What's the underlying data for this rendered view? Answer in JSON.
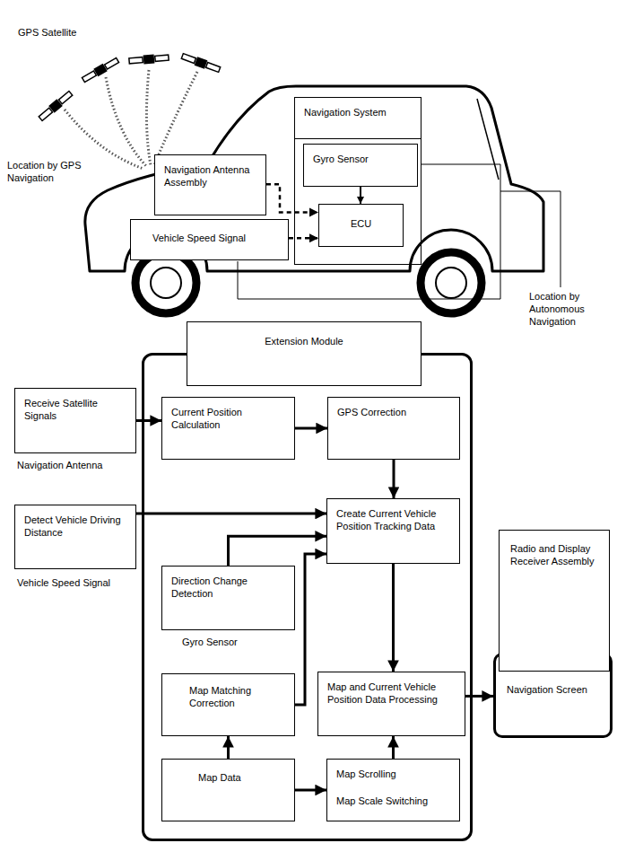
{
  "diagram": {
    "nodes": [
      {
        "text": [
          "Navigation System"
        ]
      },
      {
        "text": [
          "Gyro Sensor"
        ],
        "in": 0
      },
      {
        "text": [
          "ECU"
        ],
        "in": 0
      },
      {
        "text": [
          "Navigation Antenna Assembly"
        ]
      },
      {
        "text": [
          "Vehicle Speed Signal"
        ]
      },
      {
        "text": [
          "Extension Module"
        ]
      },
      {
        "text": [
          "Receive Satellite Signals",
          "Navigation Antenna"
        ]
      },
      {
        "text": [
          "Current Position Calculation"
        ],
        "in": 5
      },
      {
        "text": [
          "GPS Correction"
        ],
        "in": 5
      },
      {
        "text": [
          "Detect Vehicle Driving Distance",
          "Vehicle Speed Signal"
        ]
      },
      {
        "text": [
          "Create Current Vehicle Position Tracking Data"
        ],
        "in": 5
      },
      {
        "text": [
          "Direction Change Detection",
          "Gyro Sensor"
        ],
        "in": 5
      },
      {
        "text": [
          "Map Matching Correction"
        ],
        "in": 5
      },
      {
        "text": [
          "Map and Current Vehicle Position Data Processing"
        ],
        "in": 5
      },
      {
        "text": [
          "Map Data"
        ],
        "in": 5
      },
      {
        "text": [
          "Map Scrolling",
          "Map Scale Switching"
        ],
        "in": 5
      },
      {
        "text": [
          "Radio and Display Receiver Assembly"
        ]
      },
      {
        "text": [
          "Navigation Screen"
        ]
      }
    ],
    "edges": [
      {
        "from": 3,
        "to": 2,
        "arrow": "to"
      },
      {
        "from": 4,
        "to": 2,
        "arrow": "to"
      },
      {
        "from": 1,
        "to": 2,
        "arrow": "to"
      },
      {
        "from": 6,
        "to": 7,
        "arrow": "to"
      },
      {
        "from": 7,
        "to": 8,
        "arrow": "to"
      },
      {
        "from": 8,
        "to": 10,
        "arrow": "to"
      },
      {
        "from": 9,
        "to": 10,
        "arrow": "to"
      },
      {
        "from": 11,
        "to": 10,
        "arrow": "to"
      },
      {
        "from": 12,
        "to": 10,
        "arrow": "to"
      },
      {
        "from": 10,
        "to": 13,
        "arrow": "to"
      },
      {
        "from": 14,
        "to": 12,
        "arrow": "to"
      },
      {
        "from": 14,
        "to": 15,
        "arrow": "to"
      },
      {
        "from": 15,
        "to": 13,
        "arrow": "to"
      },
      {
        "from": 13,
        "to": 17,
        "arrow": "to"
      }
    ],
    "labels": [
      "GPS Satellite",
      "Location by GPS Navigation",
      "Location by Autonomous Navigation"
    ]
  }
}
